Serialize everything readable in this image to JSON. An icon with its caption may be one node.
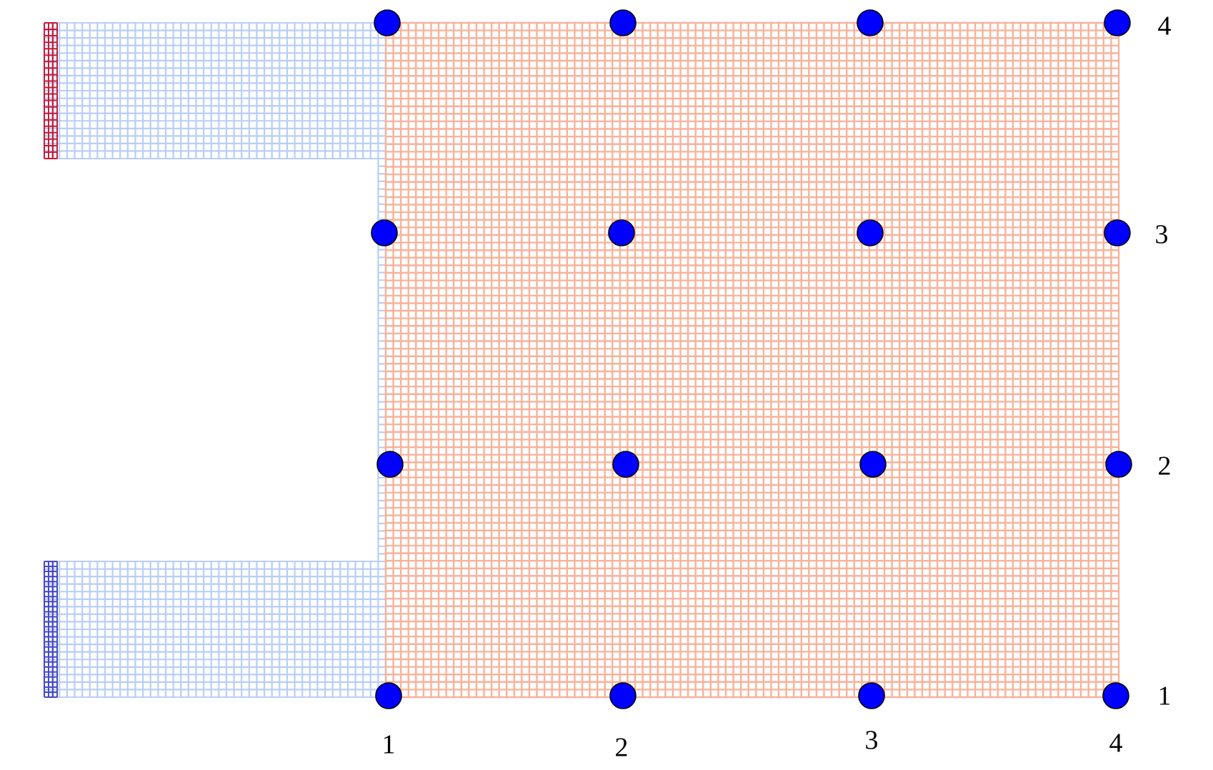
{
  "diagram": {
    "nodes": [
      {
        "text": [],
        "shape": "circle"
      },
      {
        "text": [],
        "shape": "circle"
      },
      {
        "text": [],
        "shape": "circle"
      },
      {
        "text": [],
        "shape": "circle"
      },
      {
        "text": [],
        "shape": "circle"
      },
      {
        "text": [],
        "shape": "circle"
      },
      {
        "text": [],
        "shape": "circle"
      },
      {
        "text": [],
        "shape": "circle"
      },
      {
        "text": [],
        "shape": "circle"
      },
      {
        "text": [],
        "shape": "circle"
      },
      {
        "text": [],
        "shape": "circle"
      },
      {
        "text": [],
        "shape": "circle"
      },
      {
        "text": [],
        "shape": "circle"
      },
      {
        "text": [],
        "shape": "circle"
      },
      {
        "text": [],
        "shape": "circle"
      },
      {
        "text": [],
        "shape": "circle"
      }
    ],
    "labels": [
      "4",
      "3",
      "2",
      "1",
      "1",
      "2",
      "3",
      "4"
    ]
  }
}
